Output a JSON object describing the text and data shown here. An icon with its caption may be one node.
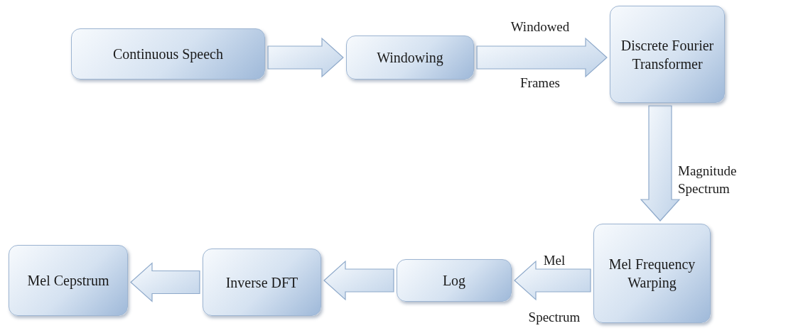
{
  "diagram": {
    "nodes": [
      {
        "text": [
          "Continuous Speech"
        ]
      },
      {
        "text": [
          "Windowing"
        ]
      },
      {
        "text": [
          "Discrete Fourier Transformer"
        ]
      },
      {
        "text": [
          "Mel Frequency Warping"
        ]
      },
      {
        "text": [
          "Log"
        ]
      },
      {
        "text": [
          "Inverse DFT"
        ]
      },
      {
        "text": [
          "Mel Cepstrum"
        ]
      }
    ],
    "edges": [
      {
        "from": 0,
        "to": 1,
        "arrow": "to"
      },
      {
        "from": 1,
        "to": 2,
        "arrow": "to",
        "label": "Windowed Frames"
      },
      {
        "from": 2,
        "to": 3,
        "arrow": "to",
        "label": "Magnitude Spectrum"
      },
      {
        "from": 3,
        "to": 4,
        "arrow": "to",
        "label": "Mel Spectrum"
      },
      {
        "from": 4,
        "to": 5,
        "arrow": "to"
      },
      {
        "from": 5,
        "to": 6,
        "arrow": "to"
      }
    ]
  }
}
